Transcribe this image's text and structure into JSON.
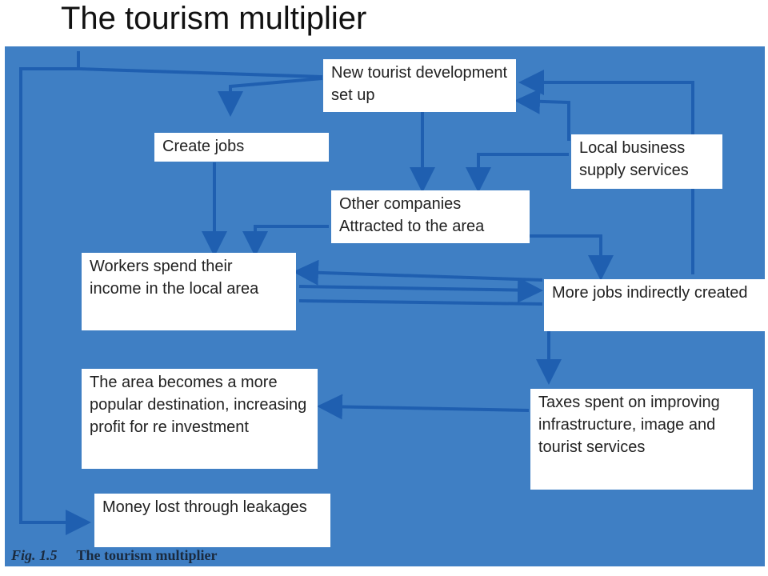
{
  "title": "The tourism multiplier",
  "boxes": {
    "new_development": "New tourist development set up",
    "create_jobs": "Create jobs",
    "local_business": "Local business supply services",
    "other_companies": "Other companies Attracted to the area",
    "workers_spend": "Workers spend their income in the local area",
    "more_jobs": "More jobs indirectly created",
    "popular_destination": "The area becomes a more popular destination, increasing profit for re investment",
    "taxes_spent": "Taxes spent on improving infrastructure, image and tourist services",
    "money_lost": "Money lost through leakages"
  },
  "caption": {
    "fig_label": "Fig. 1.5",
    "text": "The tourism multiplier"
  },
  "colors": {
    "background": "#3f7fc4",
    "arrow": "#1f5fb0",
    "box": "#ffffff"
  }
}
